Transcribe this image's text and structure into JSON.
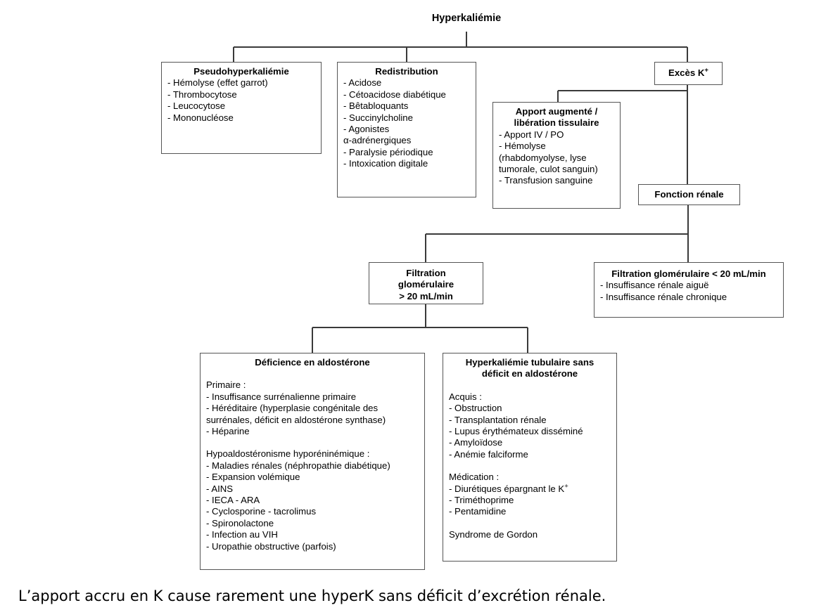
{
  "title": "Hyperkaliémie",
  "footer": "L’apport accru en K cause rarement une hyperK sans déficit d’excrétion rénale.",
  "colors": {
    "background": "#ffffff",
    "box_border": "#555555",
    "connector": "#3a3a3a",
    "text": "#000000"
  },
  "nodes": {
    "pseudo": {
      "heading": "Pseudohyperkaliémie",
      "items": [
        "- Hémolyse (effet garrot)",
        "- Thrombocytose",
        "- Leucocytose",
        "- Mononucléose"
      ]
    },
    "redistribution": {
      "heading": "Redistribution",
      "items": [
        "- Acidose",
        "- Cétoacidose diabétique",
        "- Bêtabloquants",
        "- Succinylcholine",
        "- Agonistes",
        "α-adrénergiques",
        "- Paralysie périodique",
        "- Intoxication digitale"
      ]
    },
    "exces_k": {
      "heading": "Excès K",
      "heading_sup": "+"
    },
    "apport": {
      "heading_line1": "Apport augmenté /",
      "heading_line2": "libération tissulaire",
      "items": [
        "- Apport IV / PO",
        "- Hémolyse",
        "(rhabdomyolyse, lyse",
        "tumorale, culot sanguin)",
        "- Transfusion sanguine"
      ]
    },
    "fonction_renale": {
      "heading": "Fonction rénale"
    },
    "fg_high": {
      "heading_lines": [
        "Filtration",
        "glomérulaire",
        "> 20 mL/min"
      ]
    },
    "fg_low": {
      "heading": "Filtration glomérulaire < 20 mL/min",
      "items": [
        "- Insuffisance rénale aiguë",
        "- Insuffisance rénale chronique"
      ]
    },
    "deficience_aldosterone": {
      "heading": "Déficience en aldostérone",
      "group1_label": "Primaire :",
      "group1_items": [
        "- Insuffisance surrénalienne primaire",
        "- Héréditaire (hyperplasie congénitale des",
        "surrénales, déficit en aldostérone synthase)",
        "- Héparine"
      ],
      "group2_label": "Hypoaldostéronisme hyporéninémique :",
      "group2_items": [
        "- Maladies rénales (néphropathie diabétique)",
        "- Expansion volémique",
        "- AINS",
        "- IECA - ARA",
        "- Cyclosporine - tacrolimus",
        "- Spironolactone",
        "- Infection au VIH",
        "- Uropathie obstructive (parfois)"
      ]
    },
    "hyperkaliemie_tubulaire": {
      "heading_line1": "Hyperkaliémie tubulaire sans",
      "heading_line2": "déficit en aldostérone",
      "group1_label": "Acquis :",
      "group1_items": [
        "- Obstruction",
        "- Transplantation rénale",
        "- Lupus érythémateux disséminé",
        "- Amyloïdose",
        "- Anémie falciforme"
      ],
      "group2_label": "Médication :",
      "group2_items_a": "- Diurétiques épargnant le K",
      "group2_items_a_sup": "+",
      "group2_items_rest": [
        "- Triméthoprime",
        "- Pentamidine"
      ],
      "footer_note": "Syndrome de Gordon"
    }
  }
}
